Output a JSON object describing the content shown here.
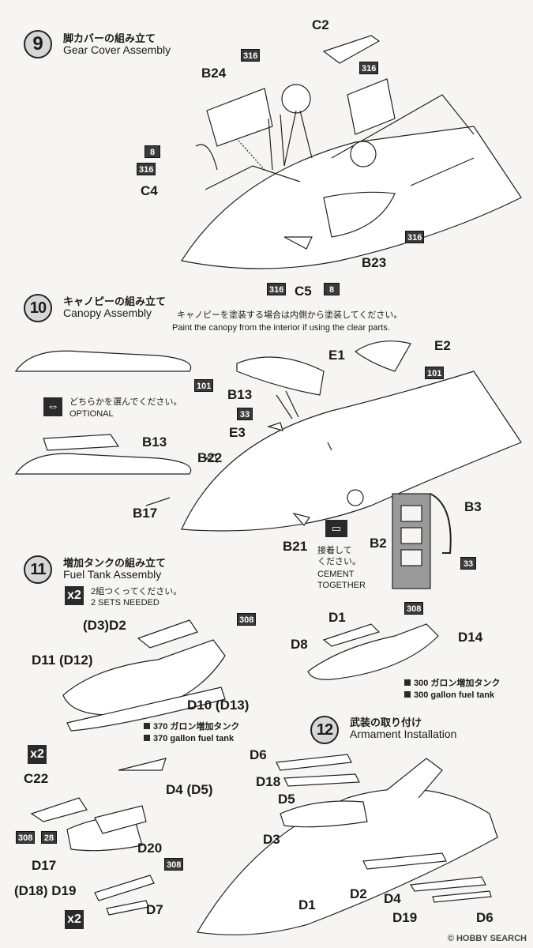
{
  "steps": [
    {
      "num": "9",
      "jp": "脚カバーの組み立て",
      "en": "Gear Cover Assembly"
    },
    {
      "num": "10",
      "jp": "キャノピーの組み立て",
      "en": "Canopy Assembly"
    },
    {
      "num": "11",
      "jp": "増加タンクの組み立て",
      "en": "Fuel Tank Assembly"
    },
    {
      "num": "12",
      "jp": "武装の取り付け",
      "en": "Armament Installation"
    }
  ],
  "step9": {
    "labels": {
      "c2": "C2",
      "b24": "B24",
      "c4": "C4",
      "b23": "B23",
      "c5": "C5"
    },
    "codes": {
      "c316a": "316",
      "c316b": "316",
      "c8a": "8",
      "c316c": "316",
      "c316d": "316",
      "c316e": "316",
      "c8b": "8"
    }
  },
  "step10": {
    "note_jp": "キャノピーを塗装する場合は内側から塗装してください。",
    "note_en": "Paint the canopy from the interior if using the clear parts.",
    "optional_jp": "どちらかを選んでください。",
    "optional_en": "OPTIONAL",
    "cement_jp": "接着して",
    "cement_jp2": "ください。",
    "cement_en": "CEMENT",
    "cement_en2": "TOGETHER",
    "labels": {
      "e1": "E1",
      "e2": "E2",
      "b13a": "B13",
      "b13b": "B13",
      "e3": "E3",
      "b22": "B22",
      "b17": "B17",
      "b21": "B21",
      "b3": "B3",
      "b2": "B2"
    },
    "codes": {
      "c101a": "101",
      "c101b": "101",
      "c33a": "33",
      "c33b": "33"
    }
  },
  "step11": {
    "sets_jp": "2組つくってください。",
    "sets_en": "2 SETS NEEDED",
    "x2": "x2",
    "labels": {
      "d3d2": "(D3)D2",
      "d11": "D11 (D12)",
      "d10": "D10 (D13)",
      "d1": "D1",
      "d8": "D8",
      "d14": "D14"
    },
    "codes": {
      "c308a": "308",
      "c308b": "308"
    },
    "tank370_jp": "370 ガロン増加タンク",
    "tank370_en": "370 gallon fuel tank",
    "tank300_jp": "300 ガロン増加タンク",
    "tank300_en": "300 gallon fuel tank"
  },
  "step12": {
    "x2a": "x2",
    "x2b": "x2",
    "labels": {
      "c22": "C22",
      "d4d5": "D4 (D5)",
      "d17": "D17",
      "d20": "D20",
      "d18d19": "(D18) D19",
      "d7": "D7",
      "d6a": "D6",
      "d18": "D18",
      "d5": "D5",
      "d3": "D3",
      "d1": "D1",
      "d2": "D2",
      "d4": "D4",
      "d19": "D19",
      "d6b": "D6"
    },
    "codes": {
      "c308": "308",
      "c28": "28",
      "c308b": "308"
    }
  },
  "watermark": "© HOBBY SEARCH"
}
